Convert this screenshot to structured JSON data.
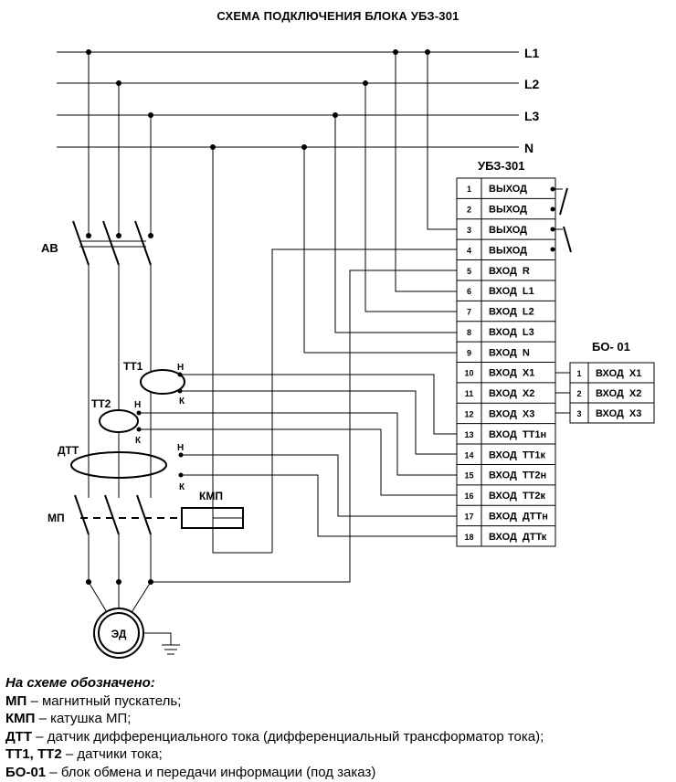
{
  "title": "СХЕМА ПОДКЛЮЧЕНИЯ БЛОКА УБЗ-301",
  "lines": [
    "L1",
    "L2",
    "L3",
    "N"
  ],
  "labels": {
    "breaker": "АВ",
    "tt1": "ТТ1",
    "tt2": "ТТ2",
    "dtt": "ДТТ",
    "starter": "МП",
    "coil": "КМП",
    "motor": "ЭД",
    "start_mark": "Н",
    "end_mark": "К"
  },
  "ubz": {
    "title": "УБЗ-301",
    "terminals": [
      {
        "num": "1",
        "label": "ВЫХОД"
      },
      {
        "num": "2",
        "label": "ВЫХОД"
      },
      {
        "num": "3",
        "label": "ВЫХОД"
      },
      {
        "num": "4",
        "label": "ВЫХОД"
      },
      {
        "num": "5",
        "label": "ВХОД  R"
      },
      {
        "num": "6",
        "label": "ВХОД  L1"
      },
      {
        "num": "7",
        "label": "ВХОД  L2"
      },
      {
        "num": "8",
        "label": "ВХОД  L3"
      },
      {
        "num": "9",
        "label": "ВХОД  N"
      },
      {
        "num": "10",
        "label": "ВХОД  Х1"
      },
      {
        "num": "11",
        "label": "ВХОД  Х2"
      },
      {
        "num": "12",
        "label": "ВХОД  Х3"
      },
      {
        "num": "13",
        "label": "ВХОД  ТТ1н"
      },
      {
        "num": "14",
        "label": "ВХОД  ТТ1к"
      },
      {
        "num": "15",
        "label": "ВХОД  ТТ2н"
      },
      {
        "num": "16",
        "label": "ВХОД  ТТ2к"
      },
      {
        "num": "17",
        "label": "ВХОД  ДТТн"
      },
      {
        "num": "18",
        "label": "ВХОД  ДТТк"
      }
    ]
  },
  "bo": {
    "title": "БО- 01",
    "terminals": [
      {
        "num": "1",
        "label": "ВХОД  Х1"
      },
      {
        "num": "2",
        "label": "ВХОД  Х2"
      },
      {
        "num": "3",
        "label": "ВХОД  Х3"
      }
    ]
  },
  "legend": {
    "heading": "На схеме обозначено:",
    "items": [
      {
        "abbr": "МП",
        "text": " – магнитный пускатель;"
      },
      {
        "abbr": "КМП",
        "text": " – катушка МП;"
      },
      {
        "abbr": "ДТТ",
        "text": " – датчик дифференциального тока (дифференциальный трансформатор тока);"
      },
      {
        "abbr": "ТТ1, ТТ2",
        "text": " – датчики тока;"
      },
      {
        "abbr": "БО-01",
        "text": " – блок обмена и передачи информации (под заказ)"
      }
    ]
  }
}
